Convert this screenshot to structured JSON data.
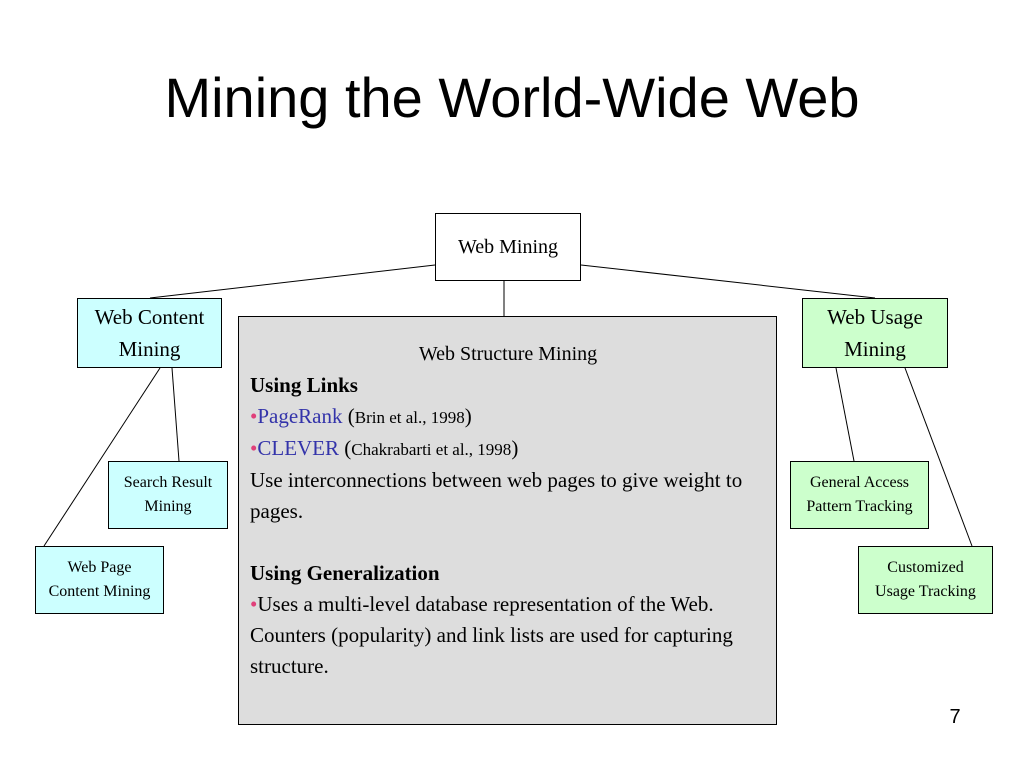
{
  "slide": {
    "title": "Mining the World-Wide Web",
    "page_number": "7"
  },
  "diagram": {
    "root": "Web Mining",
    "web_content_mining": {
      "label_line1": "Web Content",
      "label_line2": "Mining",
      "children": [
        {
          "line1": "Search Result",
          "line2": "Mining"
        },
        {
          "line1": "Web Page",
          "line2": "Content Mining"
        }
      ],
      "color": "#ccffff"
    },
    "web_usage_mining": {
      "label_line1": "Web Usage",
      "label_line2": "Mining",
      "children": [
        {
          "line1": "General Access",
          "line2": "Pattern Tracking"
        },
        {
          "line1": "Customized",
          "line2": "Usage Tracking"
        }
      ],
      "color": "#ccffcc"
    },
    "web_structure_mining": {
      "heading": "Web Structure Mining",
      "links_heading": "Using Links",
      "bullet_char": "•",
      "pagerank": {
        "name": "PageRank",
        "open": " (",
        "cite": "Brin et al., 1998",
        "close": ")"
      },
      "clever": {
        "name": "CLEVER",
        "open": " (",
        "cite": "Chakrabarti et al., 1998",
        "close": ")"
      },
      "links_description": "Use interconnections between web pages to give weight to pages.",
      "generalization_heading": "Using Generalization",
      "generalization_text": "Uses a multi-level database representation of the Web. Counters (popularity) and link lists are used for capturing structure.",
      "background": "#dddddd"
    }
  }
}
